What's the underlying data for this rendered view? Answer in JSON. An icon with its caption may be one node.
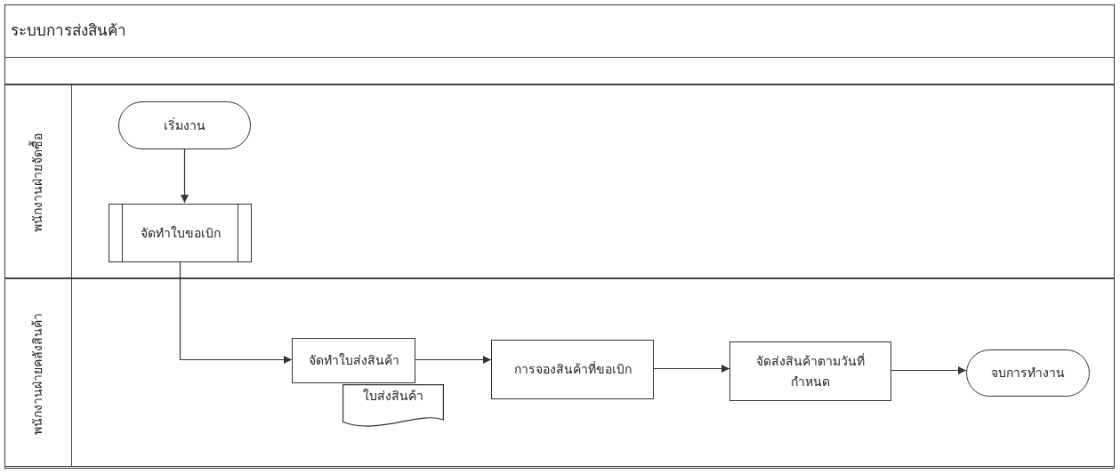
{
  "diagram": {
    "title": "ระบบการส่งสินค้า",
    "nodes": [
      {
        "text": [
          "พนักงานฝ่ายจัดซื้อ"
        ]
      },
      {
        "text": [
          "พนักงานฝ่ายคลังสินค้า"
        ]
      },
      {
        "text": [
          "เริ่มงาน"
        ],
        "in": 0
      },
      {
        "text": [
          "จัดทำใบขอเบิก"
        ],
        "in": 0
      },
      {
        "text": [
          "จัดทำใบส่งสินค้า"
        ],
        "in": 1
      },
      {
        "text": [
          "ใบส่งสินค้า"
        ],
        "in": 1
      },
      {
        "text": [
          "การจองสินค้าที่ขอเบิก"
        ],
        "in": 1
      },
      {
        "text": [
          "จัดส่งสินค้าตามวันที่กำหนด"
        ],
        "in": 1
      },
      {
        "text": [
          "จบการทำงาน"
        ],
        "in": 1
      }
    ],
    "edges": [
      {
        "from": 2,
        "to": 3,
        "arrow": "to"
      },
      {
        "from": 3,
        "to": 4,
        "arrow": "to"
      },
      {
        "from": 4,
        "to": 6,
        "arrow": "to"
      },
      {
        "from": 6,
        "to": 7,
        "arrow": "to"
      },
      {
        "from": 7,
        "to": 8,
        "arrow": "to"
      }
    ]
  }
}
